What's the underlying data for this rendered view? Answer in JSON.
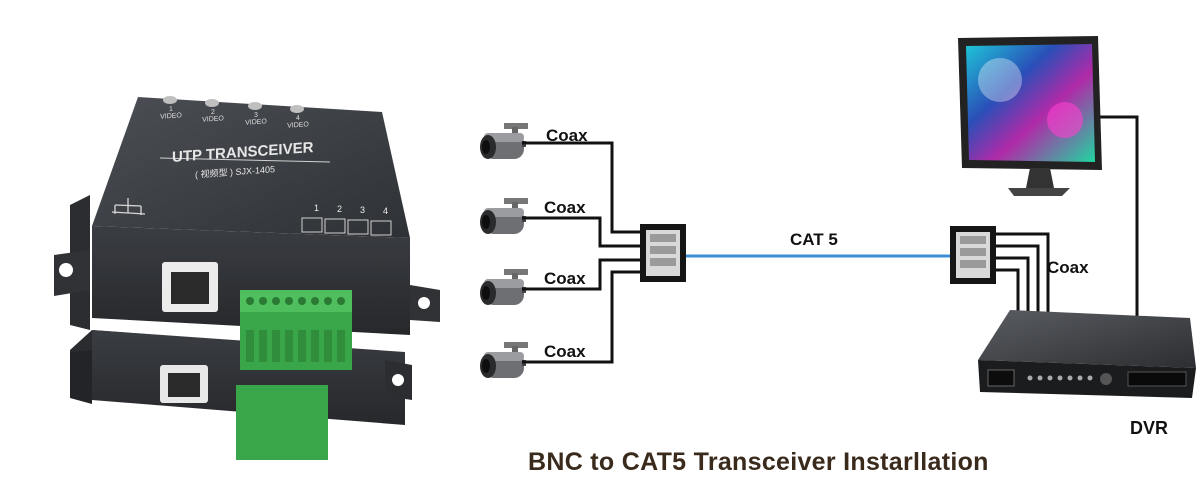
{
  "device": {
    "title": "UTP TRANSCEIVER",
    "model": "( 视频型 ) SJX-1405",
    "video_ports": [
      {
        "num": "1",
        "label": "VIDEO"
      },
      {
        "num": "2",
        "label": "VIDEO"
      },
      {
        "num": "3",
        "label": "VIDEO"
      },
      {
        "num": "4",
        "label": "VIDEO"
      }
    ],
    "channel_numbers": [
      "1",
      "2",
      "3",
      "4"
    ]
  },
  "diagram": {
    "coax_labels": [
      "Coax",
      "Coax",
      "Coax",
      "Coax"
    ],
    "cat5_label": "CAT 5",
    "right_coax_label": "Coax",
    "dvr_label": "DVR"
  },
  "caption": "BNC to CAT5 Transceiver Instarllation",
  "colors": {
    "cable_blue": "#3a8fd6",
    "device_gray": "#3c3f44",
    "terminal_green": "#3aa64a",
    "caption_brown": "#3a2a1c"
  }
}
